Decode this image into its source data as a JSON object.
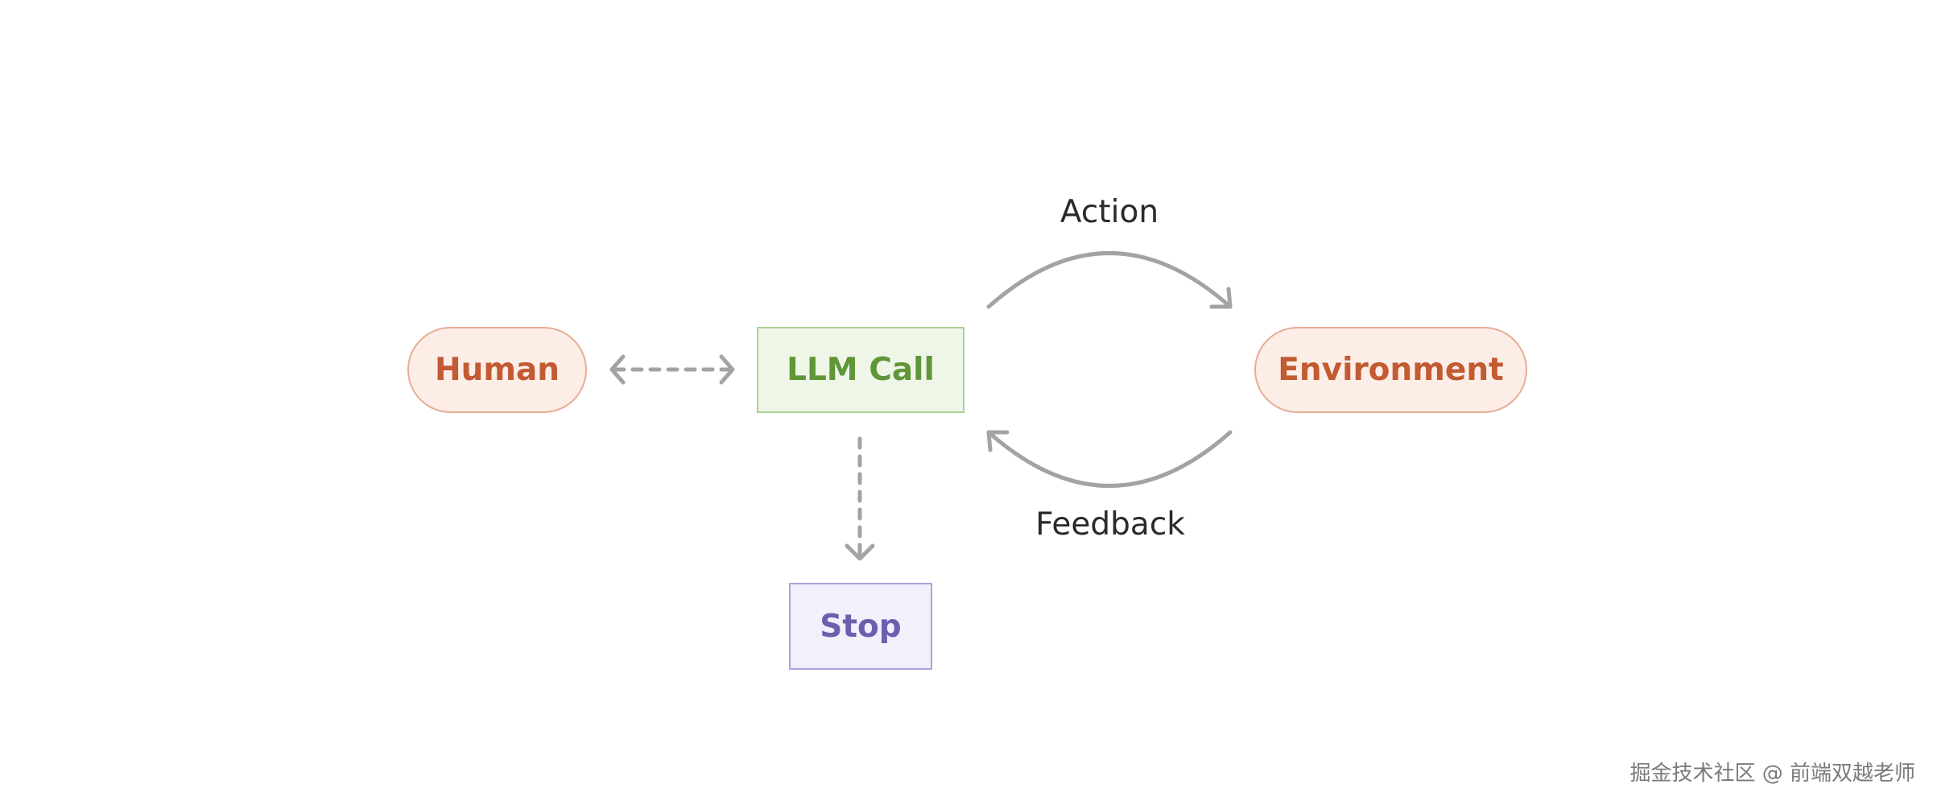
{
  "nodes": {
    "human": "Human",
    "llm_call": "LLM Call",
    "environment": "Environment",
    "stop": "Stop"
  },
  "edges": {
    "action": "Action",
    "feedback": "Feedback"
  },
  "watermark": "掘金技术社区 @ 前端双越老师",
  "colors": {
    "human_environment_text": "#c25a32",
    "human_environment_fill": "#fcede7",
    "llm_call_text": "#5f9637",
    "llm_call_fill": "#eff6e8",
    "stop_text": "#6b5fae",
    "stop_fill": "#f1f0fb",
    "arrow": "#a3a3a3"
  }
}
